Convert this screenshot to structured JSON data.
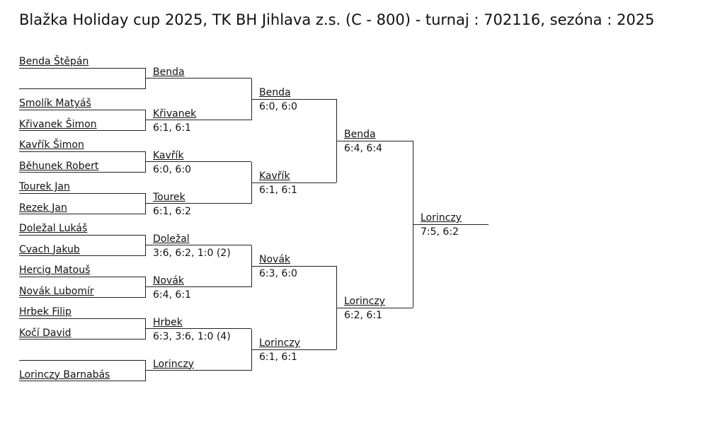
{
  "title": "Blažka Holiday cup 2025, TK BH Jihlava z.s. (C - 800) - turnaj : 702116, sezóna : 2025",
  "entrants": [
    "Benda Štěpán",
    "",
    "Smolík Matyáš",
    "Křivanek Šimon",
    "Kavřík Šimon",
    "Běhunek Robert",
    "Tourek Jan",
    "Rezek Jan",
    "Doležal Lukáš",
    "Cvach Jakub",
    "Hercig Matouš",
    "Novák Lubomír",
    "Hrbek Filip",
    "Kočí David",
    "",
    "Lorinczy Barnabás"
  ],
  "rounds": [
    [
      {
        "winner": "Benda",
        "score": ""
      },
      {
        "winner": "Křivanek",
        "score": "6:1, 6:1"
      },
      {
        "winner": "Kavřík",
        "score": "6:0, 6:0"
      },
      {
        "winner": "Tourek",
        "score": "6:1, 6:2"
      },
      {
        "winner": "Doležal",
        "score": "3:6, 6:2, 1:0 (2)"
      },
      {
        "winner": "Novák",
        "score": "6:4, 6:1"
      },
      {
        "winner": "Hrbek",
        "score": "6:3, 3:6, 1:0 (4)"
      },
      {
        "winner": "Lorinczy",
        "score": ""
      }
    ],
    [
      {
        "winner": "Benda",
        "score": "6:0, 6:0"
      },
      {
        "winner": "Kavřík",
        "score": "6:1, 6:1"
      },
      {
        "winner": "Novák",
        "score": "6:3, 6:0"
      },
      {
        "winner": "Lorinczy",
        "score": "6:1, 6:1"
      }
    ],
    [
      {
        "winner": "Benda",
        "score": "6:4, 6:4"
      },
      {
        "winner": "Lorinczy",
        "score": "6:2, 6:1"
      }
    ],
    [
      {
        "winner": "Lorinczy",
        "score": "7:5, 6:2"
      }
    ]
  ]
}
